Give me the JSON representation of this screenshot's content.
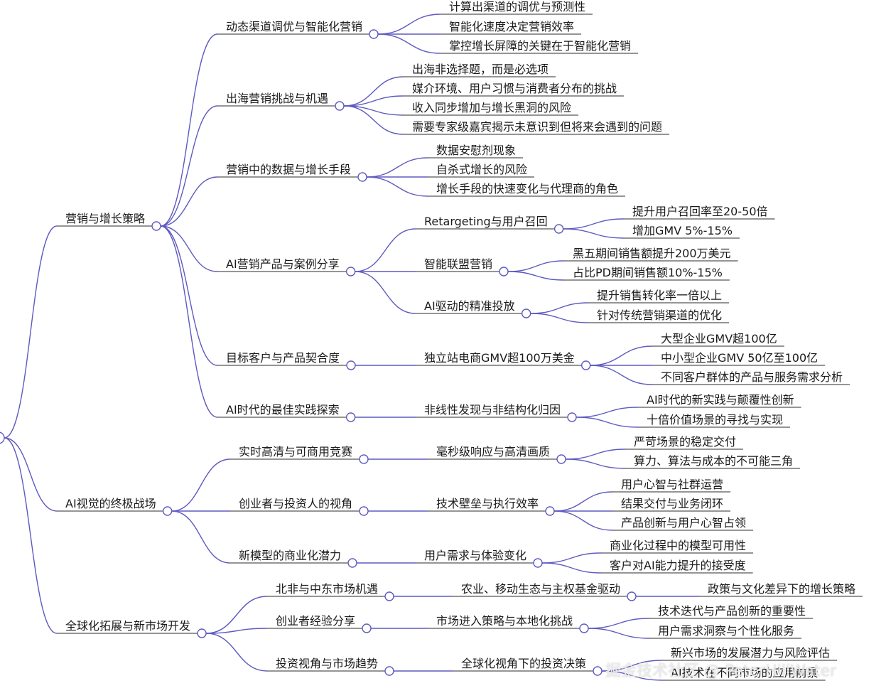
{
  "mindmap": {
    "children": [
      {
        "label": "营销与增长策略",
        "children": [
          {
            "label": "动态渠道调优与智能化营销",
            "children": [
              {
                "label": "计算出渠道的调优与预测性"
              },
              {
                "label": "智能化速度决定营销效率"
              },
              {
                "label": "掌控增长屏障的关键在于智能化营销"
              }
            ]
          },
          {
            "label": "出海营销挑战与机遇",
            "children": [
              {
                "label": "出海非选择题，而是必选项"
              },
              {
                "label": "媒介环境、用户习惯与消费者分布的挑战"
              },
              {
                "label": "收入同步增加与增长黑洞的风险"
              },
              {
                "label": "需要专家级嘉宾揭示未意识到但将来会遇到的问题"
              }
            ]
          },
          {
            "label": "营销中的数据与增长手段",
            "children": [
              {
                "label": "数据安慰剂现象"
              },
              {
                "label": "自杀式增长的风险"
              },
              {
                "label": "增长手段的快速变化与代理商的角色"
              }
            ]
          },
          {
            "label": "AI营销产品与案例分享",
            "children": [
              {
                "label": "Retargeting与用户召回",
                "children": [
                  {
                    "label": "提升用户召回率至20-50倍"
                  },
                  {
                    "label": "增加GMV 5%-15%"
                  }
                ]
              },
              {
                "label": "智能联盟营销",
                "children": [
                  {
                    "label": "黑五期间销售额提升200万美元"
                  },
                  {
                    "label": "占比PD期间销售额10%-15%"
                  }
                ]
              },
              {
                "label": "AI驱动的精准投放",
                "children": [
                  {
                    "label": "提升销售转化率一倍以上"
                  },
                  {
                    "label": "针对传统营销渠道的优化"
                  }
                ]
              }
            ]
          },
          {
            "label": "目标客户与产品契合度",
            "children": [
              {
                "label": "独立站电商GMV超100万美金",
                "children": [
                  {
                    "label": "大型企业GMV超100亿"
                  },
                  {
                    "label": "中小型企业GMV 50亿至100亿"
                  },
                  {
                    "label": "不同客户群体的产品与服务需求分析"
                  }
                ]
              }
            ]
          },
          {
            "label": "AI时代的最佳实践探索",
            "children": [
              {
                "label": "非线性发现与非结构化归因",
                "children": [
                  {
                    "label": "AI时代的新实践与颠覆性创新"
                  },
                  {
                    "label": "十倍价值场景的寻找与实现"
                  }
                ]
              }
            ]
          }
        ]
      },
      {
        "label": "AI视觉的终极战场",
        "children": [
          {
            "label": "实时高清与可商用竞赛",
            "children": [
              {
                "label": "毫秒级响应与高清画质",
                "children": [
                  {
                    "label": "严苛场景的稳定交付"
                  },
                  {
                    "label": "算力、算法与成本的不可能三角"
                  }
                ]
              }
            ]
          },
          {
            "label": "创业者与投资人的视角",
            "children": [
              {
                "label": "技术壁垒与执行效率",
                "children": [
                  {
                    "label": "用户心智与社群运营"
                  },
                  {
                    "label": "结果交付与业务闭环"
                  },
                  {
                    "label": "产品创新与用户心智占领"
                  }
                ]
              }
            ]
          },
          {
            "label": "新模型的商业化潜力",
            "children": [
              {
                "label": "用户需求与体验变化",
                "children": [
                  {
                    "label": "商业化过程中的模型可用性"
                  },
                  {
                    "label": "客户对AI能力提升的接受度"
                  }
                ]
              }
            ]
          }
        ]
      },
      {
        "label": "全球化拓展与新市场开发",
        "children": [
          {
            "label": "北非与中东市场机遇",
            "children": [
              {
                "label": "农业、移动生态与主权基金驱动",
                "children": [
                  {
                    "label": "政策与文化差异下的增长策略"
                  }
                ]
              }
            ]
          },
          {
            "label": "创业者经验分享",
            "children": [
              {
                "label": "市场进入策略与本地化挑战",
                "children": [
                  {
                    "label": "技术迭代与产品创新的重要性"
                  },
                  {
                    "label": "用户需求洞察与个性化服务"
                  }
                ]
              }
            ]
          },
          {
            "label": "投资视角与市场趋势",
            "children": [
              {
                "label": "全球化视角下的投资决策",
                "children": [
                  {
                    "label": "新兴市场的发展潜力与风险评估"
                  },
                  {
                    "label": "AI技术在不同市场的应用前景"
                  }
                ]
              }
            ]
          }
        ]
      }
    ]
  },
  "watermark": "掘金技术社区 @ PeterHillWater",
  "colors": {
    "edge": "#5e5ac0",
    "underline": "#2b2b2b",
    "text": "#1a1a1a"
  }
}
